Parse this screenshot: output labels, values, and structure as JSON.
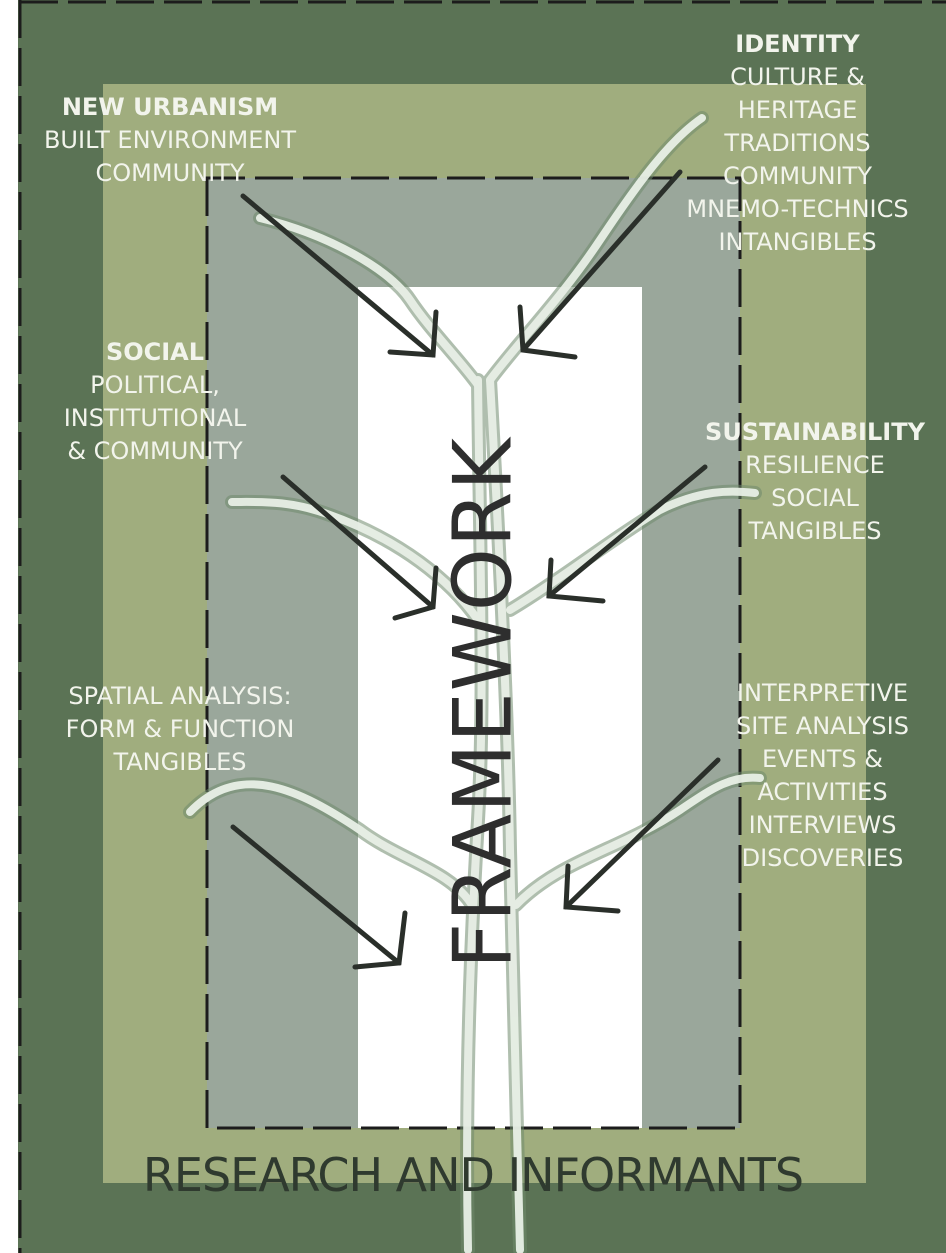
{
  "colors": {
    "outer": "#5b7355",
    "middle": "#a0ad7e",
    "inner": "#9aa79b",
    "core": "#ffffff",
    "label_text": "#f2f4ec",
    "arrow": "#2a2f2a",
    "branch": "#e8efe6"
  },
  "center_title": "FRAMEWORK",
  "bottom_title": "RESEARCH AND INFORMANTS",
  "groups": {
    "new_urbanism": {
      "heading": "NEW URBANISM",
      "lines": [
        "BUILT ENVIRONMENT",
        "COMMUNITY"
      ]
    },
    "identity": {
      "heading": "IDENTITY",
      "lines": [
        "CULTURE &",
        "HERITAGE",
        "TRADITIONS",
        "COMMUNITY",
        "MNEMO-TECHNICS",
        "INTANGIBLES"
      ]
    },
    "social": {
      "heading": "SOCIAL",
      "lines": [
        "POLITICAL,",
        "INSTITUTIONAL",
        "& COMMUNITY"
      ]
    },
    "sustainability": {
      "heading": "SUSTAINABILITY",
      "lines": [
        "RESILIENCE",
        "SOCIAL",
        "TANGIBLES"
      ]
    },
    "spatial": {
      "heading": "",
      "lines": [
        "SPATIAL ANALYSIS:",
        "FORM & FUNCTION",
        "TANGIBLES"
      ]
    },
    "interpretive": {
      "heading": "",
      "lines": [
        "INTERPRETIVE",
        "SITE ANALYSIS",
        "EVENTS &",
        "ACTIVITIES",
        "INTERVIEWS",
        "DISCOVERIES"
      ]
    }
  }
}
